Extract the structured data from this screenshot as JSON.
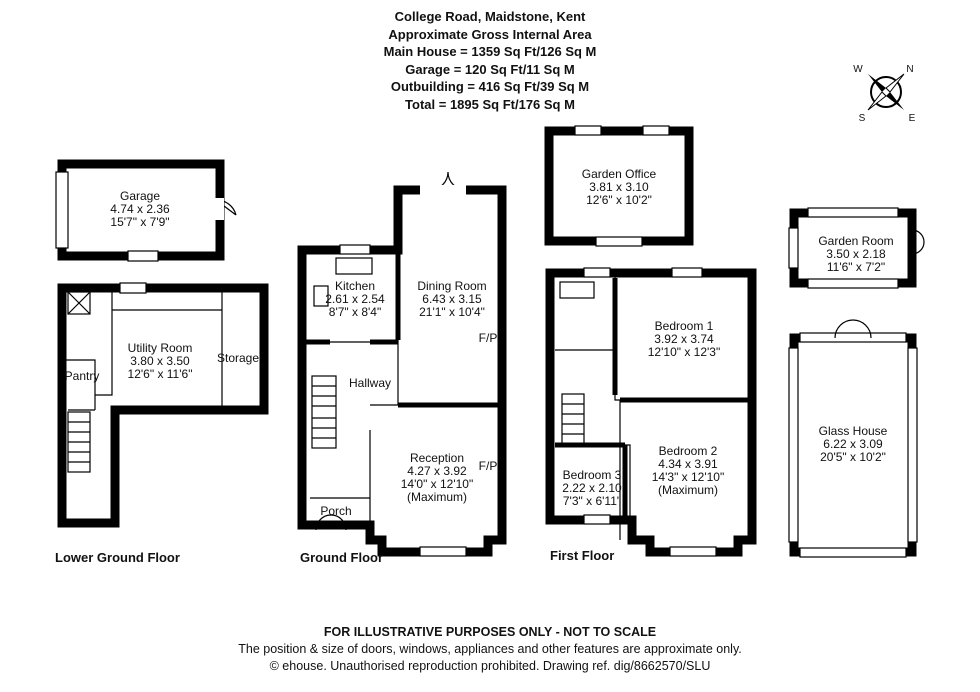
{
  "header": {
    "address": "College Road, Maidstone, Kent",
    "subtitle": "Approximate Gross Internal Area",
    "main_house": "Main House = 1359 Sq Ft/126 Sq M",
    "garage": "Garage = 120 Sq Ft/11 Sq M",
    "outbuilding": "Outbuilding = 416 Sq Ft/39 Sq M",
    "total": "Total = 1895 Sq Ft/176 Sq M"
  },
  "compass": {
    "n": "N",
    "e": "E",
    "s": "S",
    "w": "W"
  },
  "floors": {
    "lower_ground": "Lower Ground Floor",
    "ground": "Ground Floor",
    "first": "First Floor"
  },
  "rooms": {
    "garage": {
      "name": "Garage",
      "metric": "4.74 x 2.36",
      "imperial": "15'7\" x 7'9\""
    },
    "utility": {
      "name": "Utility Room",
      "metric": "3.80 x 3.50",
      "imperial": "12'6\" x 11'6\""
    },
    "storage": {
      "name": "Storage"
    },
    "pantry": {
      "name": "Pantry"
    },
    "kitchen": {
      "name": "Kitchen",
      "metric": "2.61 x 2.54",
      "imperial": "8'7\" x 8'4\""
    },
    "dining": {
      "name": "Dining Room",
      "metric": "6.43 x 3.15",
      "imperial": "21'1\" x 10'4\"",
      "fp": "F/P"
    },
    "hallway": {
      "name": "Hallway"
    },
    "reception": {
      "name": "Reception",
      "metric": "4.27 x 3.92",
      "imperial": "14'0\" x 12'10\"",
      "note": "(Maximum)",
      "fp": "F/P"
    },
    "porch": {
      "name": "Porch"
    },
    "garden_office": {
      "name": "Garden Office",
      "metric": "3.81 x 3.10",
      "imperial": "12'6\" x 10'2\""
    },
    "bedroom1": {
      "name": "Bedroom 1",
      "metric": "3.92 x 3.74",
      "imperial": "12'10\" x 12'3\""
    },
    "bedroom2": {
      "name": "Bedroom 2",
      "metric": "4.34 x 3.91",
      "imperial": "14'3\" x 12'10\"",
      "note": "(Maximum)"
    },
    "bedroom3": {
      "name": "Bedroom 3",
      "metric": "2.22 x 2.10",
      "imperial": "7'3\" x 6'11\""
    },
    "garden_room": {
      "name": "Garden Room",
      "metric": "3.50 x 2.18",
      "imperial": "11'6\" x 7'2\""
    },
    "glass_house": {
      "name": "Glass House",
      "metric": "6.22 x 3.09",
      "imperial": "20'5\" x 10'2\""
    }
  },
  "footer": {
    "disclaimer": "FOR ILLUSTRATIVE PURPOSES ONLY - NOT TO SCALE",
    "note": "The position & size of doors, windows, appliances and other features are approximate only.",
    "copyright": "© ehouse. Unauthorised reproduction prohibited. Drawing ref. dig/8662570/SLU"
  }
}
